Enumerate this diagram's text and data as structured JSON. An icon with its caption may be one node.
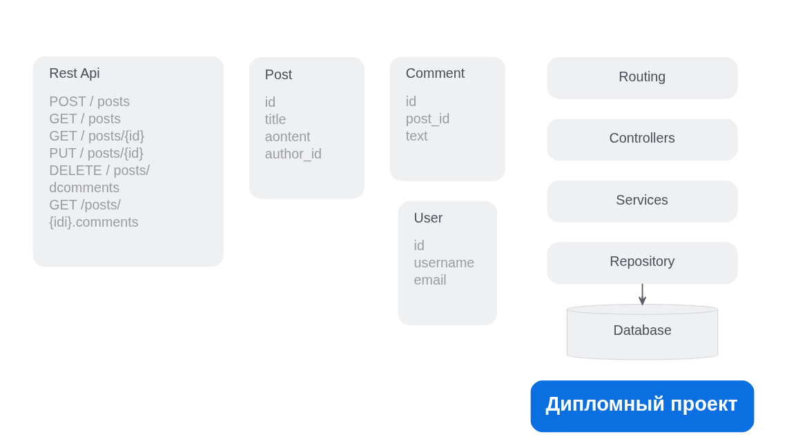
{
  "diagram": {
    "nodes": [
      {
        "text": [
          "Rest Api",
          "POST / posts",
          "GET / posts",
          "GET / posts/{id}",
          "PUT / posts/{id}",
          "DELETE / posts/ dcomments",
          "GET /posts/ {idi}.comments"
        ]
      },
      {
        "text": [
          "Post",
          "id",
          "title",
          "aontent",
          "author_id"
        ]
      },
      {
        "text": [
          "Comment",
          "id",
          "post_id",
          "text"
        ]
      },
      {
        "text": [
          "Routing"
        ]
      },
      {
        "text": [
          "Controllers"
        ]
      },
      {
        "text": [
          "Services"
        ]
      },
      {
        "text": [
          "Repository"
        ]
      },
      {
        "text": [
          "User",
          "id",
          "username",
          "email"
        ]
      },
      {
        "text": [
          "Database"
        ]
      },
      {
        "text": [
          "Дипломный проект"
        ]
      }
    ],
    "edges": [
      {
        "from": 6,
        "to": 8,
        "arrow": "to"
      }
    ]
  }
}
